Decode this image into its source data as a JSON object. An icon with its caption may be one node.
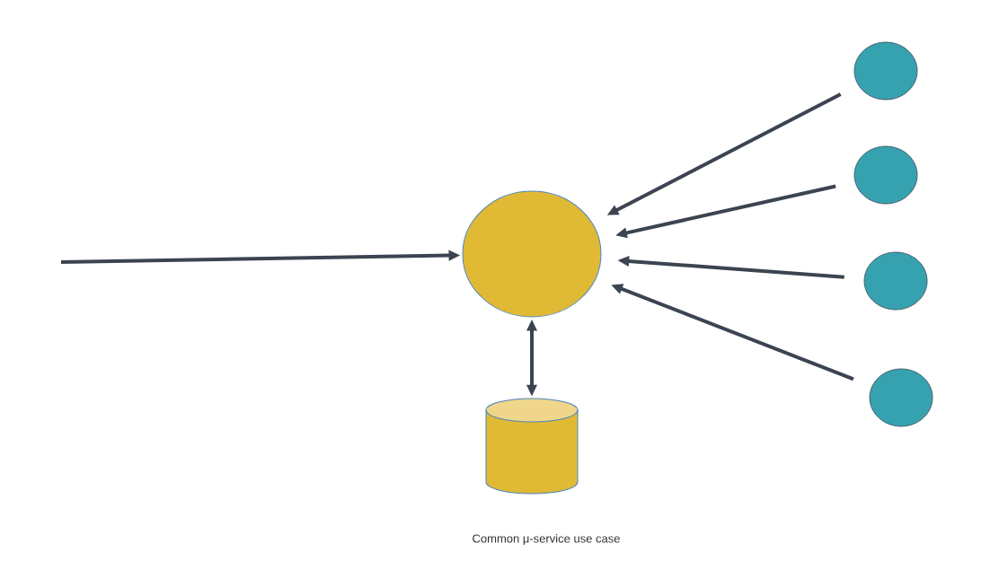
{
  "diagram": {
    "caption": "Common μ-service use case",
    "nodes": [
      {
        "text": [],
        "shape": "circle"
      },
      {
        "text": [],
        "shape": "cylinder"
      },
      {
        "text": [],
        "shape": "circle"
      },
      {
        "text": [],
        "shape": "circle"
      },
      {
        "text": [],
        "shape": "circle"
      },
      {
        "text": [],
        "shape": "circle"
      }
    ],
    "edges": [
      {
        "from": null,
        "to": 0,
        "arrow": "to"
      },
      {
        "from": 0,
        "to": 1,
        "arrow": "both"
      },
      {
        "from": 2,
        "to": 0,
        "arrow": "to"
      },
      {
        "from": 3,
        "to": 0,
        "arrow": "to"
      },
      {
        "from": 4,
        "to": 0,
        "arrow": "to"
      },
      {
        "from": 5,
        "to": 0,
        "arrow": "to"
      }
    ]
  }
}
